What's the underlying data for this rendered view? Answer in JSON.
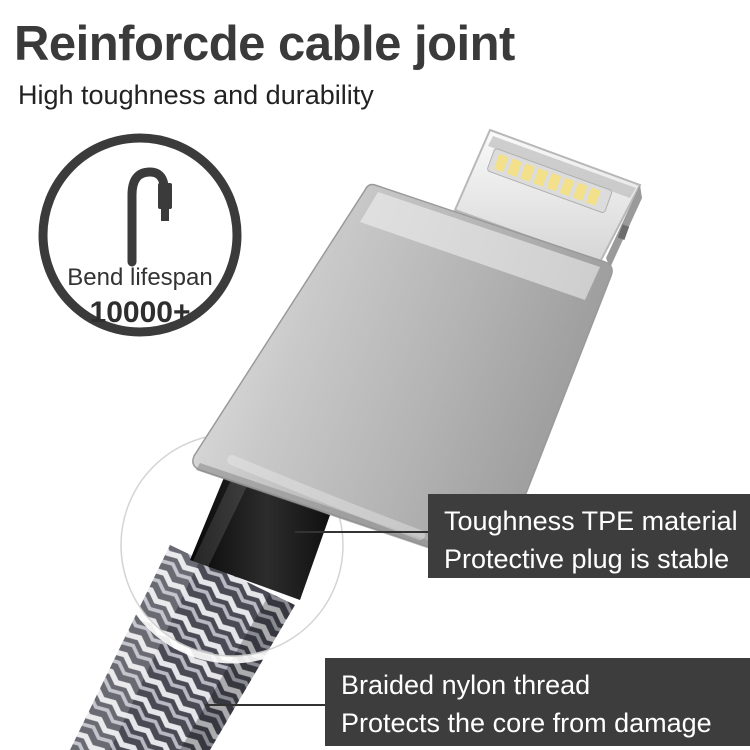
{
  "headline": "Reinforcde cable joint",
  "subheadline": "High toughness and durability",
  "badge": {
    "label": "Bend lifespan",
    "value": "10000+",
    "icon": "bent-cable-icon"
  },
  "callouts": [
    {
      "line1": "Toughness TPE material",
      "line2": "Protective plug is stable"
    },
    {
      "line1": "Braided nylon thread",
      "line2": "Protects the core from damage"
    }
  ],
  "colors": {
    "headline": "#3a3a3a",
    "callout_bg": "#3d3d3d",
    "callout_text": "#ffffff",
    "housing": "#c4c4c4",
    "braid_dark": "#4a4a55",
    "braid_light": "#e6e6ea"
  }
}
